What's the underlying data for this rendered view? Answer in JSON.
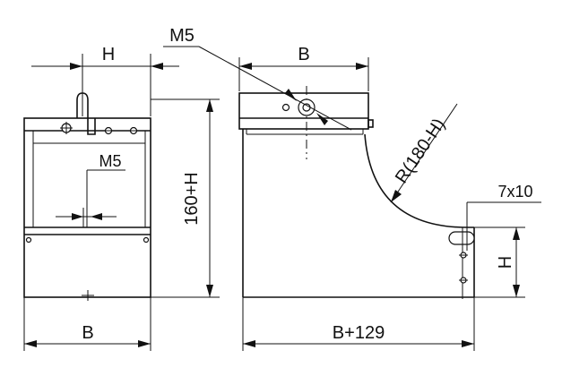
{
  "labels": {
    "front_width_top": "H",
    "front_thread": "M5",
    "front_height": "160+H",
    "front_width_bottom": "B",
    "side_thread": "M5",
    "side_width_top": "B",
    "side_radius": "R(180-H)",
    "side_slot": "7x10",
    "side_height": "H",
    "side_width_bottom": "B+129"
  }
}
